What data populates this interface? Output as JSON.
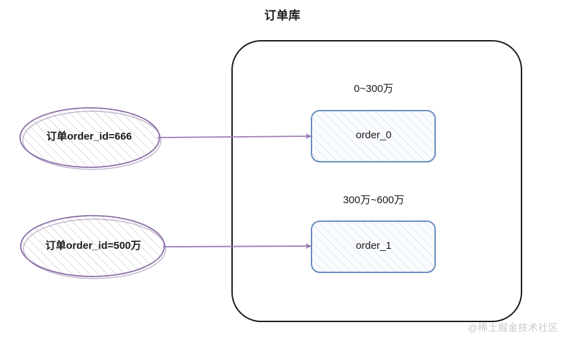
{
  "diagram": {
    "title": "订单库",
    "container": {
      "name": "order-database-container",
      "border_color": "#1a1a1a"
    },
    "sources": [
      {
        "id": "order-666",
        "label": "订单order_id=666",
        "shape": "ellipse",
        "stroke_color": "#8b6fa8",
        "fill": "hatched"
      },
      {
        "id": "order-500w",
        "label": "订单order_id=500万",
        "shape": "ellipse",
        "stroke_color": "#8b6fa8",
        "fill": "hatched"
      }
    ],
    "shards": [
      {
        "id": "order_0",
        "range_label": "0~300万",
        "label": "order_0",
        "stroke_color": "#6b8cbf",
        "fill": "hatched"
      },
      {
        "id": "order_1",
        "range_label": "300万~600万",
        "label": "order_1",
        "stroke_color": "#6b8cbf",
        "fill": "hatched"
      }
    ],
    "arrows": [
      {
        "id": "arrow-666-to-order0",
        "color": "#9b7bb5",
        "from": "order-666",
        "to": "order_0"
      },
      {
        "id": "arrow-500w-to-order1",
        "color": "#9b7bb5",
        "from": "order-500w",
        "to": "order_1"
      }
    ],
    "watermark": "@稀土掘金技术社区"
  }
}
